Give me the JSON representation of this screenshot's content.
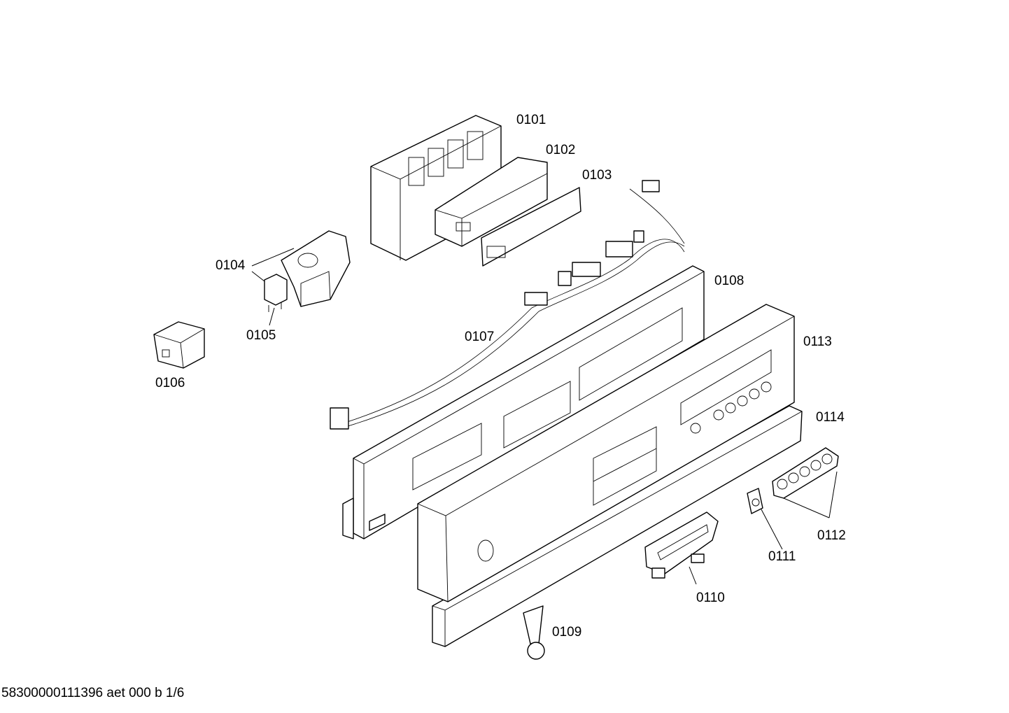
{
  "parts": {
    "p0101": "0101",
    "p0102": "0102",
    "p0103": "0103",
    "p0104": "0104",
    "p0105": "0105",
    "p0106": "0106",
    "p0107": "0107",
    "p0108": "0108",
    "p0109": "0109",
    "p0110": "0110",
    "p0111": "0111",
    "p0112": "0112",
    "p0113": "0113",
    "p0114": "0114"
  },
  "footer": "58300000111396 aet 000 b 1/6"
}
